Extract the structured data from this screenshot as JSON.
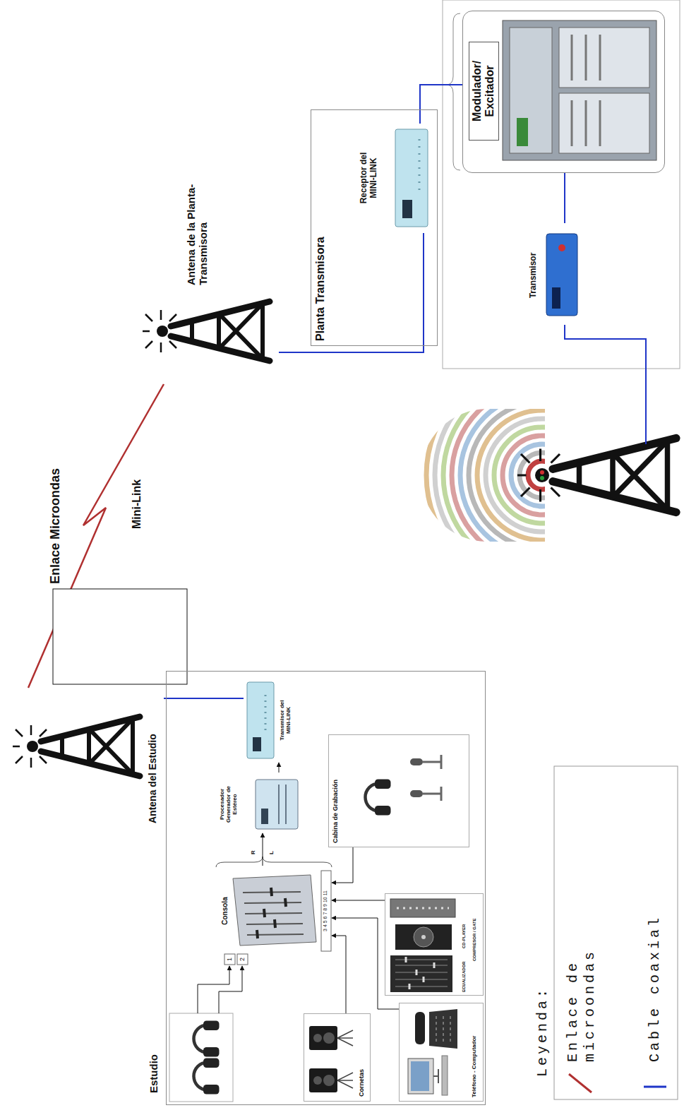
{
  "diagram": {
    "nodes": [
      {
        "text": [
          "Estudio"
        ]
      },
      {
        "text": [
          "Consola"
        ],
        "in": 0
      },
      {
        "text": [
          "Cornetas"
        ],
        "in": 0
      },
      {
        "text": [
          "Teléfono - Computador"
        ],
        "in": 0
      },
      {
        "text": [
          "ECUALIZADOR",
          "CD-PLAYER",
          "COMPRESOR / GATE"
        ],
        "in": 0
      },
      {
        "text": [
          "Procesador Generador de Estéreo"
        ],
        "in": 0
      },
      {
        "text": [
          "Cabina de Grabación"
        ],
        "in": 0
      },
      {
        "text": [
          "Transmisor del MINI-LINK"
        ],
        "in": 0
      },
      {
        "text": [
          "Antena del Estudio"
        ]
      },
      {
        "text": [
          "Antena de la Planta- Transmisora"
        ]
      },
      {
        "text": [
          "Planta Transmisora"
        ]
      },
      {
        "text": [
          "Receptor del MINI-LINK"
        ],
        "in": 10
      },
      {
        "text": [
          "Modulador/ Excitador"
        ]
      },
      {
        "text": [
          "Transmisor"
        ]
      }
    ],
    "edges": [
      {
        "from": 2,
        "to": 1,
        "arrow": "to"
      },
      {
        "from": 3,
        "to": 1,
        "arrow": "to"
      },
      {
        "from": 4,
        "to": 1,
        "arrow": "to"
      },
      {
        "from": 6,
        "to": 1,
        "arrow": "to"
      },
      {
        "from": 1,
        "to": 5,
        "arrow": "to"
      },
      {
        "from": 5,
        "to": 7,
        "arrow": "to"
      },
      {
        "from": 8,
        "to": 7,
        "arrow": "none"
      },
      {
        "from": 8,
        "to": 9,
        "arrow": "none"
      },
      {
        "from": 9,
        "to": 11,
        "arrow": "none"
      },
      {
        "from": 11,
        "to": 12,
        "arrow": "none"
      },
      {
        "from": 12,
        "to": 13,
        "arrow": "none"
      }
    ],
    "labels": [
      "Enlace Microondas",
      "Mini-Link",
      "1",
      "2",
      "3 4 5 6 7 8 9 10 11",
      "R",
      "L",
      "Leyenda:"
    ],
    "legend": [
      {
        "text": "Enlace de microondas"
      },
      {
        "text": "Cable coaxial"
      }
    ]
  }
}
